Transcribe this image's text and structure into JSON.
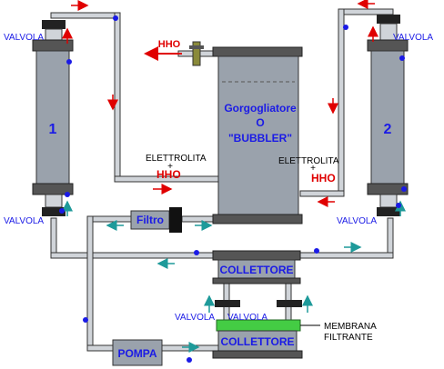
{
  "colors": {
    "accent_blue": "#1a1ae6",
    "hho_red": "#e00000",
    "arrow_teal": "#1e9a9a",
    "tank_body": "#9aa2ac",
    "tank_cap": "#3a3a3a",
    "pipe_fill": "#c9ced4",
    "membrane": "#44cc44"
  },
  "labels": {
    "valvola_top_left": "VALVOLA",
    "valvola_top_right": "VALVOLA",
    "valvola_mid_left": "VALVOLA",
    "valvola_mid_right": "VALVOLA",
    "valvola_bottom_left": "VALVOLA",
    "valvola_bottom_right": "VALVOLA",
    "tank_1": "1",
    "tank_2": "2",
    "bubbler_line1": "Gorgogliatore",
    "bubbler_line2": "O",
    "bubbler_line3": "\"BUBBLER\"",
    "hho_out": "HHO",
    "elettrolita_left": "ELETTROLITA",
    "plus_left": "+",
    "hho_left": "HHO",
    "elettrolita_right": "ELETTROLITA",
    "plus_right": "+",
    "hho_right": "HHO",
    "filtro": "Filtro",
    "collettore_top": "COLLETTORE",
    "collettore_bottom": "COLLETTORE",
    "pompa": "POMPA",
    "membrana_line1": "MEMBRANA",
    "membrana_line2": "FILTRANTE"
  }
}
